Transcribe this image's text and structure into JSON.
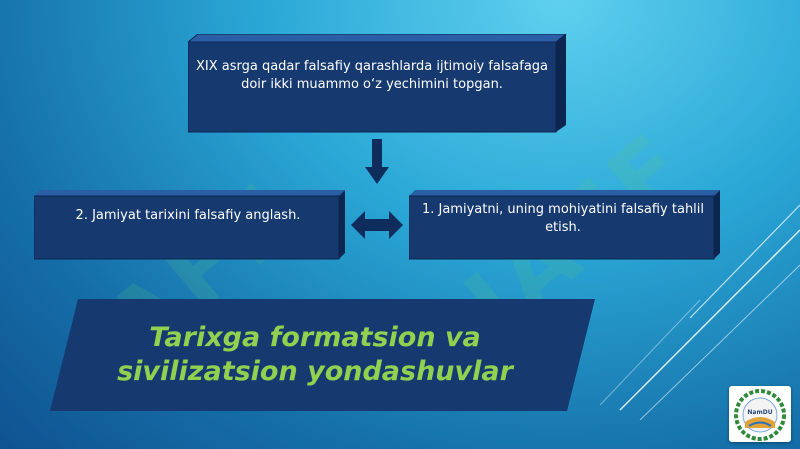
{
  "colors": {
    "box_fill": "#163a70",
    "box_top": "#2a5fa5",
    "box_side": "#0c2650",
    "title_text": "#92d050",
    "arrow": "#0e2d5c"
  },
  "diagram": {
    "top_box": "XIX asrga qadar falsafiy qarashlarda ijtimoiy falsafaga doir ikki muammo o‘z yechimini topgan.",
    "left_box": "2. Jamiyat tarixini falsafiy anglash.",
    "right_box": "1. Jamiyatni, uning mohiyatini falsafiy tahlil etish.",
    "title": "Tarixga formatsion va sivilizatsion yondashuvlar"
  },
  "watermark": {
    "left": "JAFF",
    "right": "JAFF"
  },
  "logo": {
    "icon": "university-logo-icon",
    "caption": "NamDU"
  }
}
